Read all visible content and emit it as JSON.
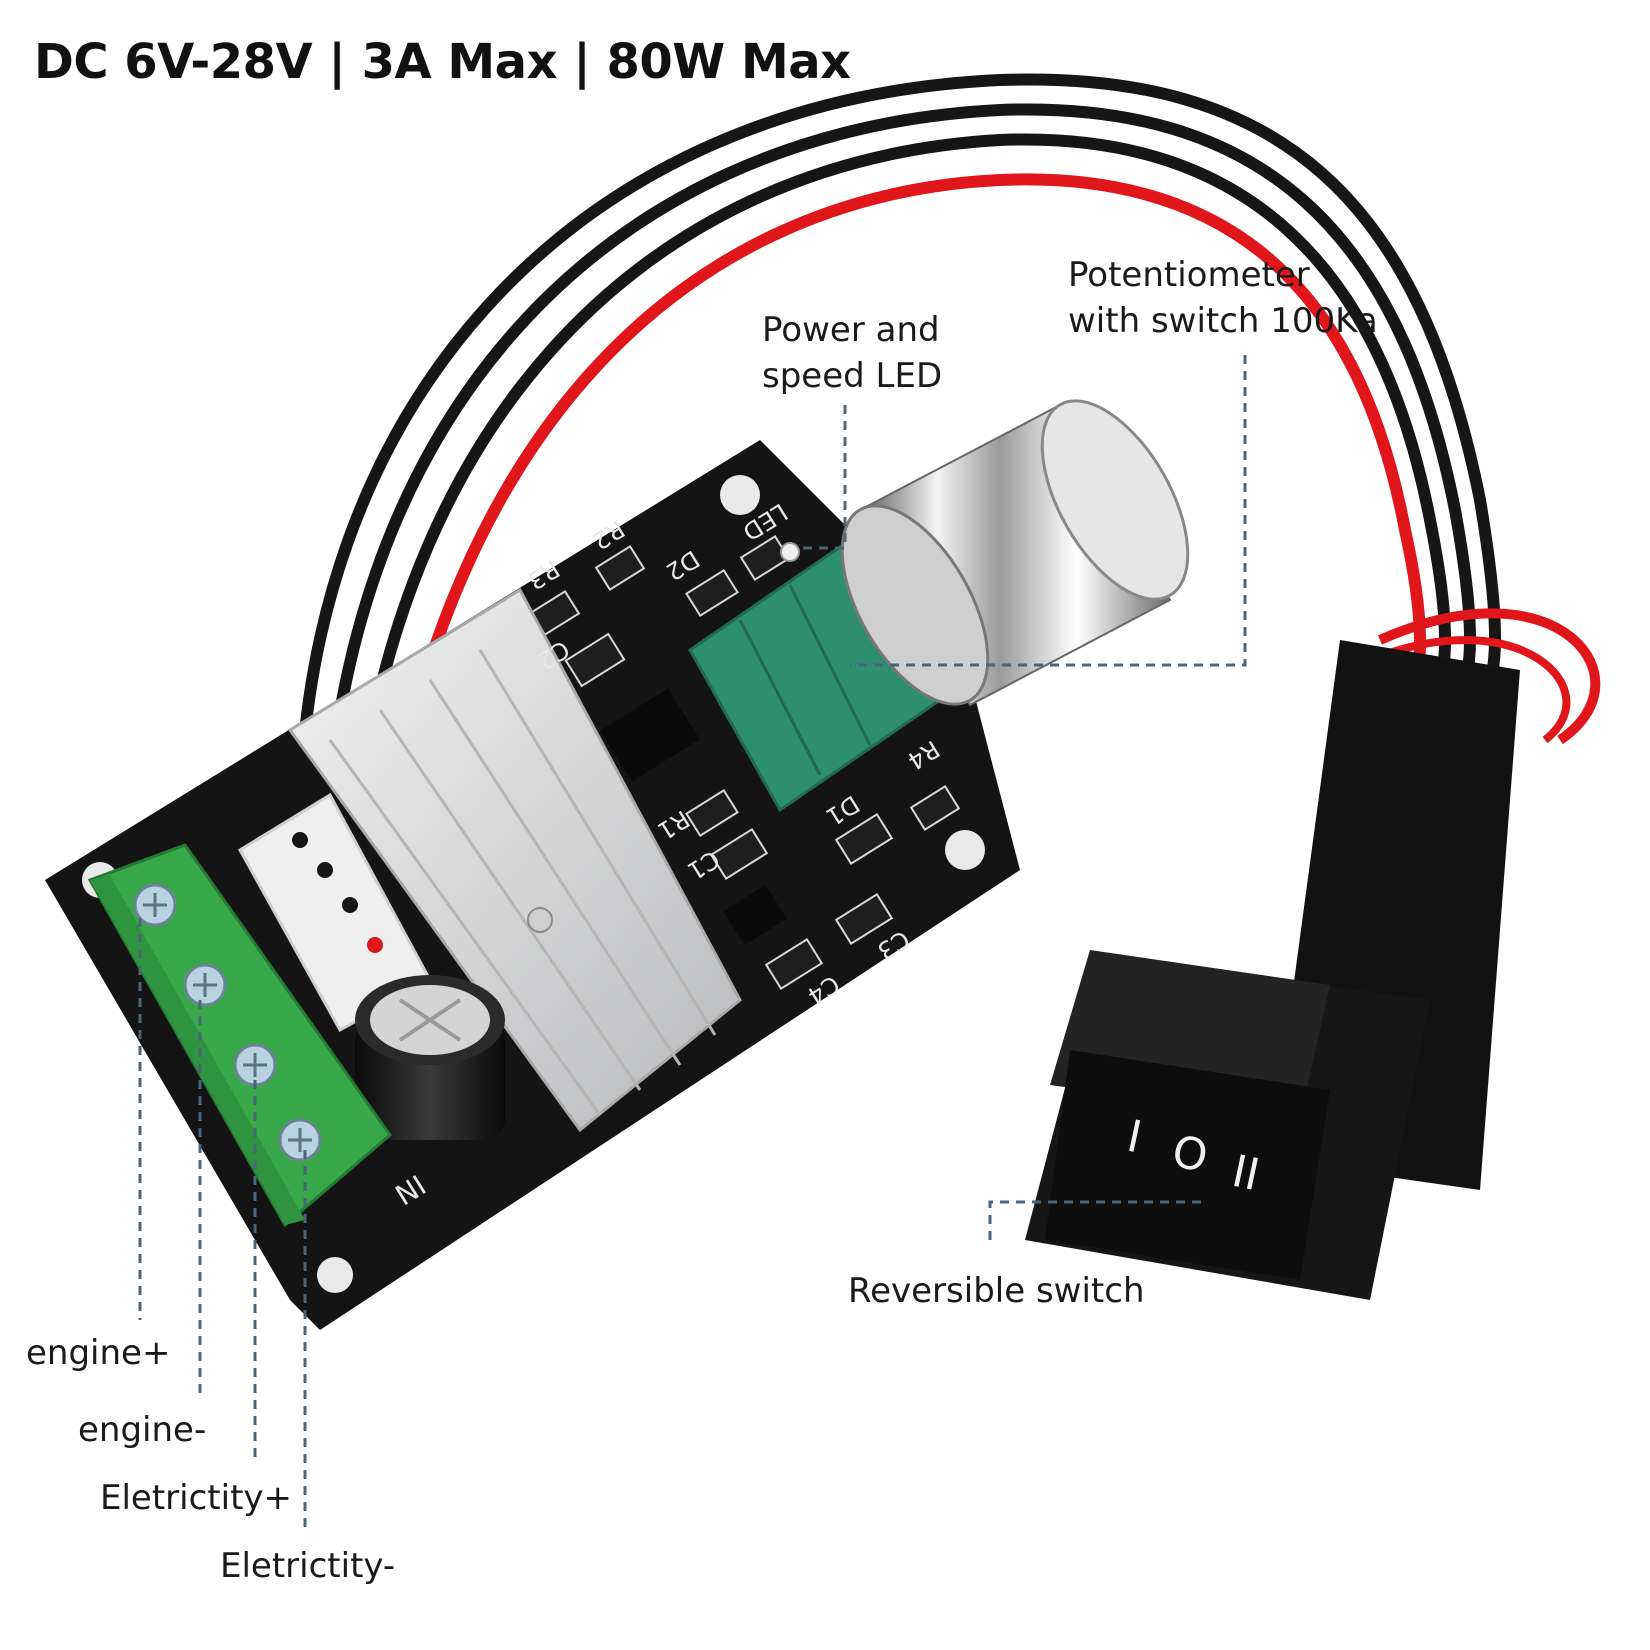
{
  "title": "DC 6V-28V | 3A Max | 80W Max",
  "callouts": {
    "potentiometer": [
      "Potentiometer",
      "with switch 100Ka"
    ],
    "led": [
      "Power and",
      "speed LED"
    ],
    "reversible_switch": "Reversible switch",
    "terminals": [
      "engine+",
      "engine-",
      "Eletrictity+",
      "Eletrictity-"
    ]
  },
  "pcb_silkscreen": {
    "parts": [
      "LED",
      "R2",
      "R3",
      "D2",
      "C2",
      "R4",
      "D1",
      "R1",
      "C1",
      "C3",
      "C4",
      "IN"
    ]
  },
  "switch_positions": [
    "I",
    "O",
    "II"
  ],
  "colors": {
    "pcb": "#141414",
    "terminal_block": "#38a84a",
    "pot_body": "#2d8f6e",
    "heatsink": "#d9dadc",
    "wire_red": "#e0161b",
    "wire_black": "#161616",
    "leader_line": "#4a6478"
  },
  "icons": [
    "screw-icon",
    "knob-icon",
    "capacitor-icon"
  ]
}
